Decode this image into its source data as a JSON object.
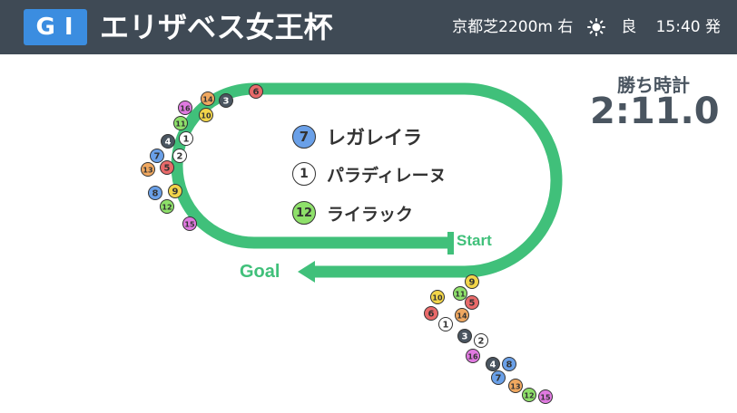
{
  "header": {
    "grade": "GⅠ",
    "race_name": "エリザベス女王杯",
    "course": "京都芝2200m 右",
    "weather_icon": "sun-icon",
    "going": "良",
    "post_time": "15:40 発"
  },
  "finish_time": {
    "label": "勝ち時計",
    "value": "2:11.0"
  },
  "results": [
    {
      "rank": 1,
      "number": "7",
      "name": "レガレイラ"
    },
    {
      "rank": 2,
      "number": "1",
      "name": "パラディレーヌ"
    },
    {
      "rank": 3,
      "number": "12",
      "name": "ライラック"
    }
  ],
  "track": {
    "start_label": "Start",
    "goal_label": "Goal",
    "color": "#40c07a"
  },
  "horse_colors": {
    "1": {
      "bg": "#ffffff",
      "fg": "#333333"
    },
    "2": {
      "bg": "#ffffff",
      "fg": "#333333"
    },
    "3": {
      "bg": "#4a5560",
      "fg": "#ffffff"
    },
    "4": {
      "bg": "#4a5560",
      "fg": "#ffffff"
    },
    "5": {
      "bg": "#e96a6a",
      "fg": "#333333"
    },
    "6": {
      "bg": "#e96a6a",
      "fg": "#333333"
    },
    "7": {
      "bg": "#6aa0e8",
      "fg": "#333333"
    },
    "8": {
      "bg": "#6aa0e8",
      "fg": "#333333"
    },
    "9": {
      "bg": "#f2d54a",
      "fg": "#333333"
    },
    "10": {
      "bg": "#f2d54a",
      "fg": "#333333"
    },
    "11": {
      "bg": "#8ee06a",
      "fg": "#333333"
    },
    "12": {
      "bg": "#8ee06a",
      "fg": "#333333"
    },
    "13": {
      "bg": "#f0a860",
      "fg": "#333333"
    },
    "14": {
      "bg": "#f0a860",
      "fg": "#333333"
    },
    "15": {
      "bg": "#e07ae0",
      "fg": "#333333"
    },
    "16": {
      "bg": "#e07ae0",
      "fg": "#333333"
    }
  },
  "corner_positions": [
    "6",
    "14",
    "3",
    "16",
    "10",
    "11",
    "1",
    "4",
    "2",
    "7",
    "5",
    "13",
    "9",
    "8",
    "12",
    "15"
  ],
  "finish_positions": [
    "9",
    "10",
    "11",
    "5",
    "14",
    "6",
    "1",
    "3",
    "2",
    "16",
    "4",
    "8",
    "7",
    "13",
    "12",
    "15"
  ]
}
